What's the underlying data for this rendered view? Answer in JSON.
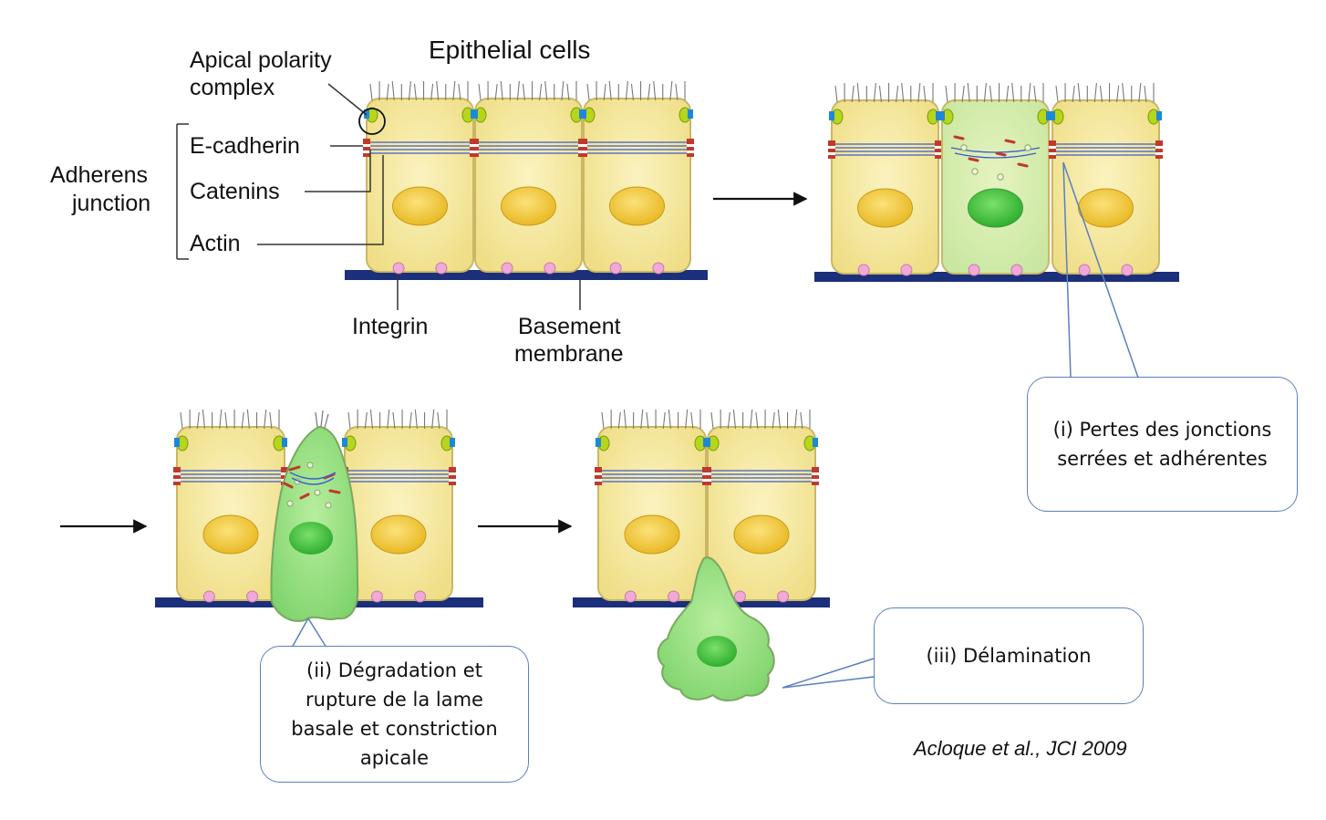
{
  "labels": {
    "title": "Epithelial cells",
    "apical_polarity_line1": "Apical polarity",
    "apical_polarity_line2": "complex",
    "e_cadherin": "E-cadherin",
    "adherens_line1": "Adherens",
    "adherens_line2": "junction",
    "catenins": "Catenins",
    "actin": "Actin",
    "integrin": "Integrin",
    "basement_line1": "Basement",
    "basement_line2": "membrane"
  },
  "callouts": {
    "step_i": "(i) Pertes des jonctions\nserrées et adhérentes",
    "step_ii": "(ii) Dégradation et\nrupture de la lame\nbasale et constriction\napicale",
    "step_iii": "(iii) Délamination"
  },
  "citation": "Acloque et al., JCI 2009",
  "colors": {
    "epithelial_cell": "#f4e79a",
    "cell_border": "#c9b766",
    "nucleus": "#f0c93a",
    "mesenchymal_cell": "#8fdc7e",
    "mesenchymal_nucleus": "#3fbf3f",
    "basement_membrane": "#1b2f7a",
    "integrin": "#f2a9d6",
    "actin_band": "#3d5bd0",
    "cadherin": "#c0392b",
    "callout_border": "#5b7fbf"
  }
}
